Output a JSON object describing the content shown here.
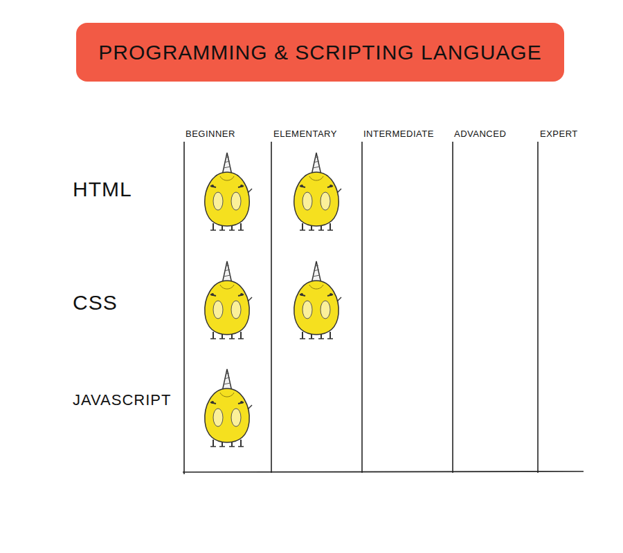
{
  "diagram": {
    "title": "PROGRAMMING & SCRIPTING LANGUAGE",
    "labels": [
      "BEGINNER",
      "ELEMENTARY",
      "INTERMEDIATE",
      "ADVANCED",
      "EXPERT",
      "HTML",
      "CSS",
      "JAVASCRIPT"
    ]
  }
}
